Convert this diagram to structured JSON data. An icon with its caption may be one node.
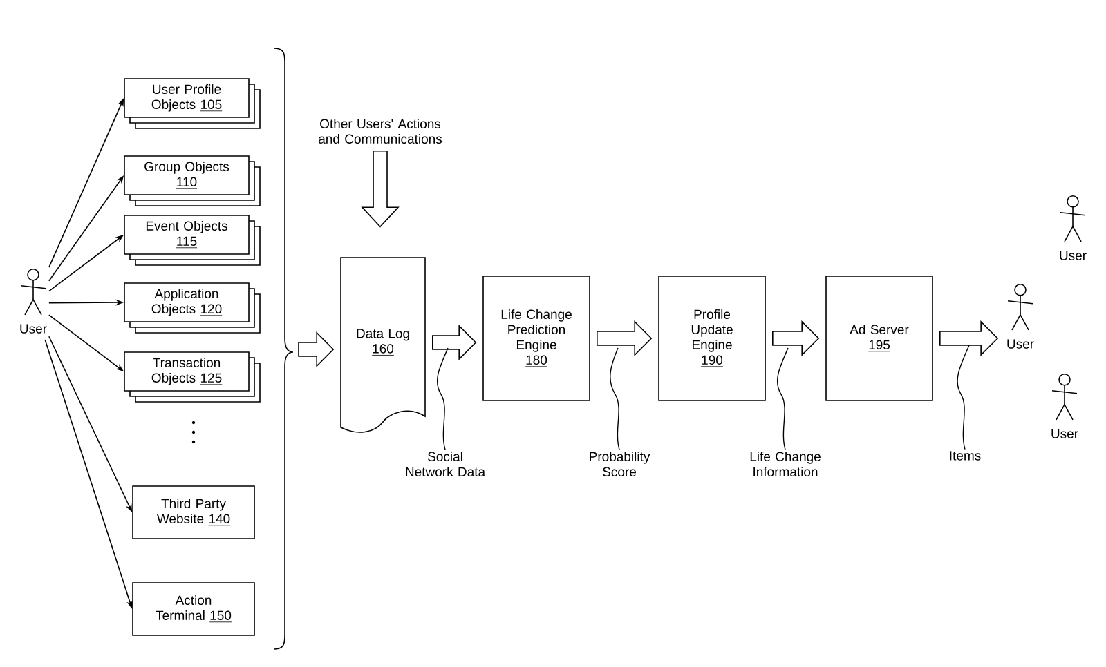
{
  "diagram": {
    "nodes": [
      {
        "text": [
          "User"
        ]
      },
      {
        "text": [
          "User Profile Objects",
          "105"
        ]
      },
      {
        "text": [
          "Group Objects",
          "110"
        ]
      },
      {
        "text": [
          "Event Objects",
          "115"
        ]
      },
      {
        "text": [
          "Application Objects",
          "120"
        ]
      },
      {
        "text": [
          "Transaction Objects",
          "125"
        ]
      },
      {
        "text": [
          "Third Party Website",
          "140"
        ]
      },
      {
        "text": [
          "Action Terminal",
          "150"
        ]
      },
      {
        "text": [
          "Other Users' Actions and Communications"
        ]
      },
      {
        "text": [
          "Data Log",
          "160"
        ]
      },
      {
        "text": [
          "Life Change Prediction Engine",
          "180"
        ]
      },
      {
        "text": [
          "Profile Update Engine",
          "190"
        ]
      },
      {
        "text": [
          "Ad Server",
          "195"
        ]
      },
      {
        "text": [
          "User"
        ]
      },
      {
        "text": [
          "User"
        ]
      },
      {
        "text": [
          "User"
        ]
      },
      {
        "text": [
          "Social Network Data"
        ]
      },
      {
        "text": [
          "Probability Score"
        ]
      },
      {
        "text": [
          "Life Change Information"
        ]
      },
      {
        "text": [
          "Items"
        ]
      }
    ],
    "edges": [
      {
        "from": 0,
        "to": 1,
        "arrow": "to"
      },
      {
        "from": 0,
        "to": 2,
        "arrow": "to"
      },
      {
        "from": 0,
        "to": 3,
        "arrow": "to"
      },
      {
        "from": 0,
        "to": 4,
        "arrow": "to"
      },
      {
        "from": 0,
        "to": 5,
        "arrow": "to"
      },
      {
        "from": 0,
        "to": 6,
        "arrow": "to"
      },
      {
        "from": 0,
        "to": 7,
        "arrow": "to"
      },
      {
        "from": 8,
        "to": 9,
        "arrow": "to",
        "style": "thick"
      },
      {
        "from": null,
        "to": 9,
        "arrow": "to",
        "style": "thick"
      },
      {
        "from": 9,
        "to": 10,
        "arrow": "to",
        "style": "thick"
      },
      {
        "from": 10,
        "to": 11,
        "arrow": "to",
        "style": "thick"
      },
      {
        "from": 11,
        "to": 12,
        "arrow": "to",
        "style": "thick"
      },
      {
        "from": 12,
        "to": 14,
        "arrow": "to",
        "style": "thick"
      },
      {
        "from": 16,
        "to": null,
        "arrow": "none"
      },
      {
        "from": 17,
        "to": null,
        "arrow": "none"
      },
      {
        "from": 18,
        "to": null,
        "arrow": "none"
      },
      {
        "from": 19,
        "to": null,
        "arrow": "none"
      }
    ]
  }
}
